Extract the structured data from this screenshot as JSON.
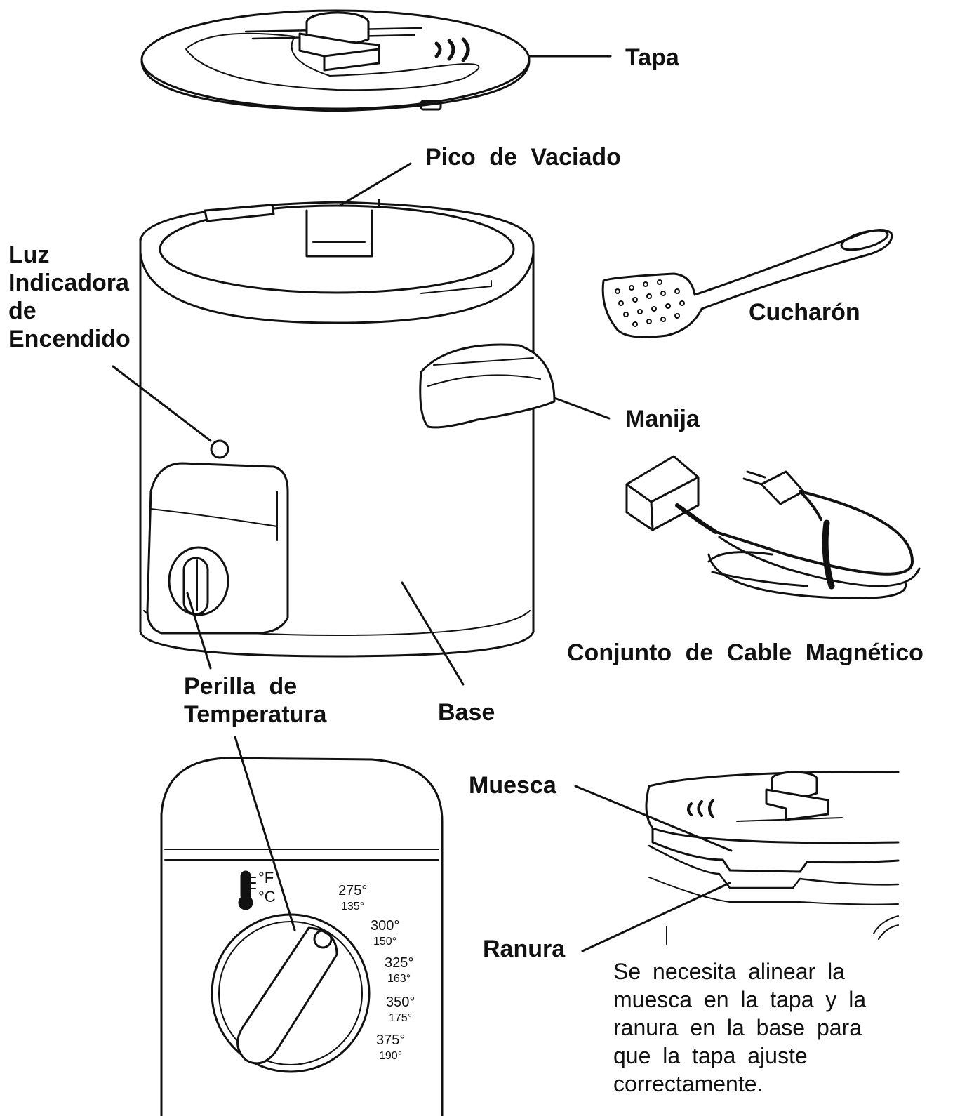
{
  "labels": {
    "lid": "Tapa",
    "pour_spout": "Pico de Vaciado",
    "power_light": [
      "Luz",
      "Indicadora",
      "de",
      "Encendido"
    ],
    "scoop": "Cucharón",
    "handle": "Manija",
    "cord": "Conjunto de Cable Magnético",
    "temp_knob": [
      "Perilla de",
      "Temperatura"
    ],
    "base": "Base",
    "notch": "Muesca",
    "slot": "Ranura"
  },
  "dial": {
    "units": [
      "°F",
      "°C"
    ],
    "settings": [
      {
        "f": "275°",
        "c": "135°"
      },
      {
        "f": "300°",
        "c": "150°"
      },
      {
        "f": "325°",
        "c": "163°"
      },
      {
        "f": "350°",
        "c": "175°"
      },
      {
        "f": "375°",
        "c": "190°"
      }
    ]
  },
  "note": [
    "Se necesita alinear la",
    "muesca en la tapa y la",
    "ranura en la base para",
    "que la tapa ajuste",
    "correctamente."
  ],
  "colors": {
    "ink": "#111111",
    "paper": "#ffffff"
  }
}
